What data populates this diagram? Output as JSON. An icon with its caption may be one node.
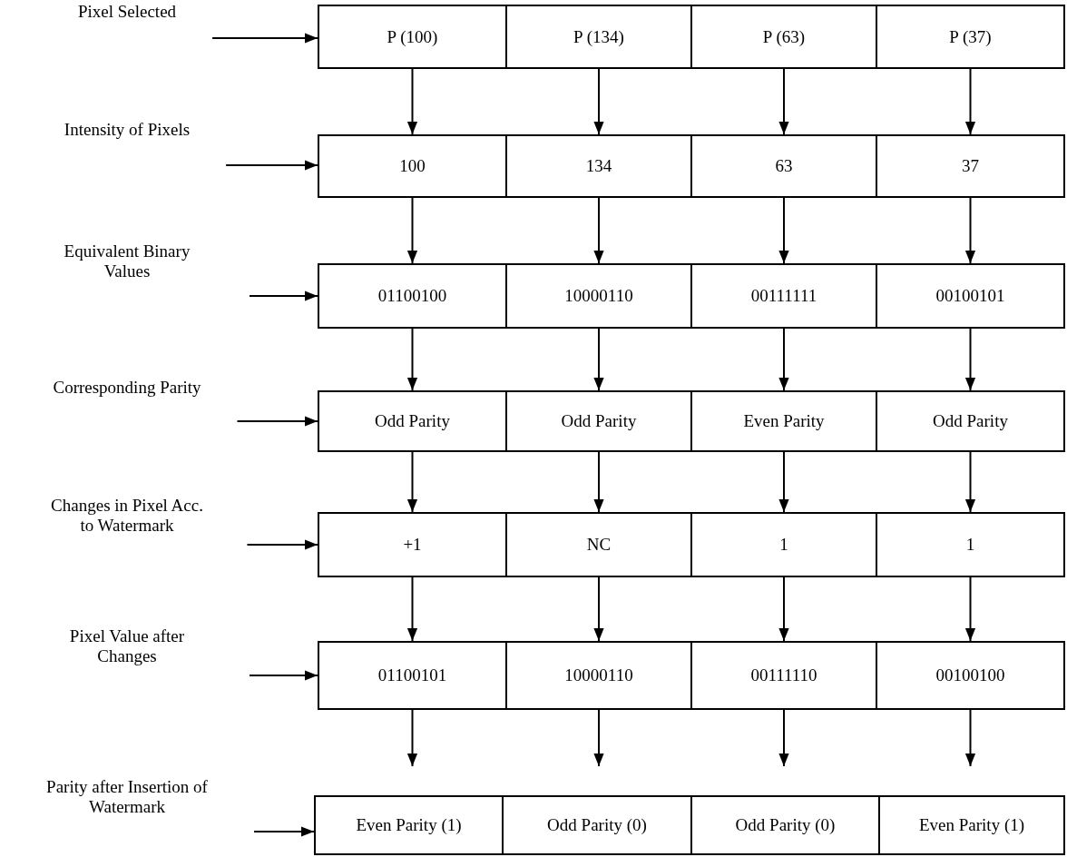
{
  "diagram": {
    "nodes": [
      {
        "text": [
          "Pixel Selected"
        ]
      },
      {
        "text": [
          "P (100)"
        ]
      },
      {
        "text": [
          "P (134)"
        ]
      },
      {
        "text": [
          "P (63)"
        ]
      },
      {
        "text": [
          "P (37)"
        ]
      },
      {
        "text": [
          "Intensity of Pixels"
        ]
      },
      {
        "text": [
          "100"
        ]
      },
      {
        "text": [
          "134"
        ]
      },
      {
        "text": [
          "63"
        ]
      },
      {
        "text": [
          "37"
        ]
      },
      {
        "text": [
          "Equivalent Binary Values"
        ]
      },
      {
        "text": [
          "01100100"
        ]
      },
      {
        "text": [
          "10000110"
        ]
      },
      {
        "text": [
          "00111111"
        ]
      },
      {
        "text": [
          "00100101"
        ]
      },
      {
        "text": [
          "Corresponding Parity"
        ]
      },
      {
        "text": [
          "Odd Parity"
        ]
      },
      {
        "text": [
          "Odd Parity"
        ]
      },
      {
        "text": [
          "Even Parity"
        ]
      },
      {
        "text": [
          "Odd Parity"
        ]
      },
      {
        "text": [
          "Changes in Pixel Acc. to Watermark"
        ]
      },
      {
        "text": [
          "+1"
        ]
      },
      {
        "text": [
          "NC"
        ]
      },
      {
        "text": [
          "1"
        ]
      },
      {
        "text": [
          "1"
        ]
      },
      {
        "text": [
          "Pixel Value after Changes"
        ]
      },
      {
        "text": [
          "01100101"
        ]
      },
      {
        "text": [
          "10000110"
        ]
      },
      {
        "text": [
          "00111110"
        ]
      },
      {
        "text": [
          "00100100"
        ]
      },
      {
        "text": [
          "Parity after Insertion of Watermark"
        ]
      },
      {
        "text": [
          "Even Parity (1)"
        ]
      },
      {
        "text": [
          "Odd Parity (0)"
        ]
      },
      {
        "text": [
          "Odd Parity (0)"
        ]
      },
      {
        "text": [
          "Even Parity (1)"
        ]
      }
    ],
    "edges": [
      {
        "from": 0,
        "to": 1,
        "arrow": "to"
      },
      {
        "from": 5,
        "to": 6,
        "arrow": "to"
      },
      {
        "from": 10,
        "to": 11,
        "arrow": "to"
      },
      {
        "from": 15,
        "to": 16,
        "arrow": "to"
      },
      {
        "from": 20,
        "to": 21,
        "arrow": "to"
      },
      {
        "from": 25,
        "to": 26,
        "arrow": "to"
      },
      {
        "from": 30,
        "to": 31,
        "arrow": "to"
      },
      {
        "from": 1,
        "to": 6,
        "arrow": "to"
      },
      {
        "from": 2,
        "to": 7,
        "arrow": "to"
      },
      {
        "from": 3,
        "to": 8,
        "arrow": "to"
      },
      {
        "from": 4,
        "to": 9,
        "arrow": "to"
      },
      {
        "from": 6,
        "to": 11,
        "arrow": "to"
      },
      {
        "from": 7,
        "to": 12,
        "arrow": "to"
      },
      {
        "from": 8,
        "to": 13,
        "arrow": "to"
      },
      {
        "from": 9,
        "to": 14,
        "arrow": "to"
      },
      {
        "from": 11,
        "to": 16,
        "arrow": "to"
      },
      {
        "from": 12,
        "to": 17,
        "arrow": "to"
      },
      {
        "from": 13,
        "to": 18,
        "arrow": "to"
      },
      {
        "from": 14,
        "to": 19,
        "arrow": "to"
      },
      {
        "from": 16,
        "to": 21,
        "arrow": "to"
      },
      {
        "from": 17,
        "to": 22,
        "arrow": "to"
      },
      {
        "from": 18,
        "to": 23,
        "arrow": "to"
      },
      {
        "from": 19,
        "to": 24,
        "arrow": "to"
      },
      {
        "from": 21,
        "to": 26,
        "arrow": "to"
      },
      {
        "from": 22,
        "to": 27,
        "arrow": "to"
      },
      {
        "from": 23,
        "to": 28,
        "arrow": "to"
      },
      {
        "from": 24,
        "to": 29,
        "arrow": "to"
      },
      {
        "from": 26,
        "to": 31,
        "arrow": "to"
      },
      {
        "from": 27,
        "to": 32,
        "arrow": "to"
      },
      {
        "from": 28,
        "to": 33,
        "arrow": "to"
      },
      {
        "from": 29,
        "to": 34,
        "arrow": "to"
      }
    ]
  }
}
